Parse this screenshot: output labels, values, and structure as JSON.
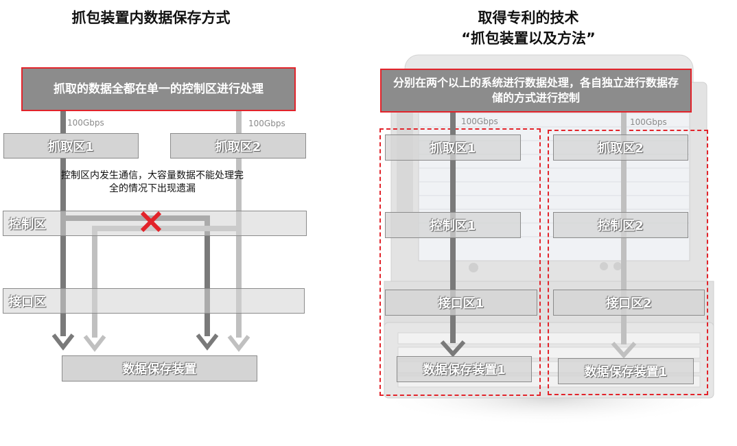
{
  "left": {
    "title": "抓包装置内数据保存方式",
    "header_box": "抓取的数据全都在单一的控制区进行处理",
    "speed_1": "100Gbps",
    "speed_2": "100Gbps",
    "capture_1": "抓取区1",
    "capture_2": "抓取区2",
    "note": "控制区内发生通信，大容量数据不能处理完全的情况下出现遗漏",
    "control": "控制区",
    "interface": "接口区",
    "storage": "数据保存装置"
  },
  "right": {
    "title_line1": "取得专利的技术",
    "title_line2": "“抓包装置以及方法”",
    "header_box": "分别在两个以上的系统进行数据处理，各自独立进行数据存储的方式进行控制",
    "speed_1": "100Gbps",
    "speed_2": "100Gbps",
    "capture_1": "抓取区1",
    "capture_2": "抓取区2",
    "control_1": "控制区1",
    "control_2": "控制区2",
    "interface_1": "接口区1",
    "interface_2": "接口区2",
    "storage_1": "数据保存装置1",
    "storage_2": "数据保存装置1"
  },
  "colors": {
    "accent_red": "#e2232a",
    "dark_line": "#7a7a7a",
    "light_line": "#bcbcbc",
    "box_fill": "#d4d4d4"
  }
}
